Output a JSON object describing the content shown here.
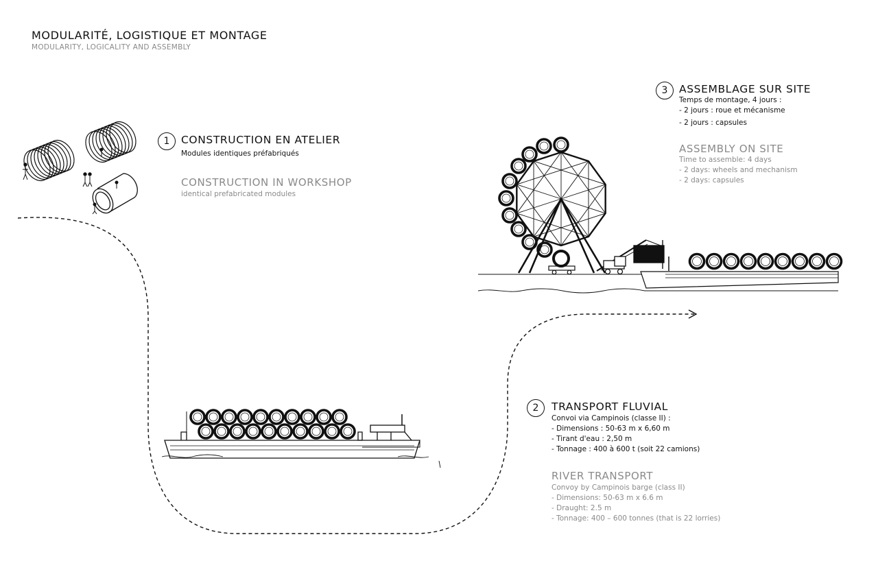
{
  "header": {
    "title_fr": "MODULARITÉ, LOGISTIQUE ET MONTAGE",
    "title_en": "MODULARITY, LOGICALITY AND ASSEMBLY"
  },
  "step1": {
    "number": "1",
    "title_fr": "CONSTRUCTION EN ATELIER",
    "subtitle_fr": "Modules identiques préfabriqués",
    "title_en": "CONSTRUCTION IN WORKSHOP",
    "subtitle_en": "identical prefabricated modules"
  },
  "step2": {
    "number": "2",
    "title_fr": "TRANSPORT FLUVIAL",
    "lines_fr": [
      "Convoi via Campinois (classe II) :",
      "- Dimensions : 50-63 m x 6,60 m",
      "- Tirant d'eau : 2,50 m",
      "- Tonnage : 400 à 600 t (soit 22 camions)"
    ],
    "title_en": "RIVER TRANSPORT",
    "lines_en": [
      "Convoy by Campinois barge (class II)",
      "- Dimensions: 50-63 m x 6.6 m",
      "- Draught:  2.5 m",
      "- Tonnage: 400 – 600 tonnes (that is 22 lorries)"
    ]
  },
  "step3": {
    "number": "3",
    "title_fr": "ASSEMBLAGE SUR SITE",
    "lines_fr": [
      "Temps de montage, 4 jours :",
      "- 2 jours : roue et mécanisme",
      "- 2 jours : capsules"
    ],
    "title_en": "ASSEMBLY ON SITE",
    "lines_en": [
      "Time to assemble: 4 days",
      "- 2 days: wheels and mechanism",
      "- 2 days: capsules"
    ]
  }
}
